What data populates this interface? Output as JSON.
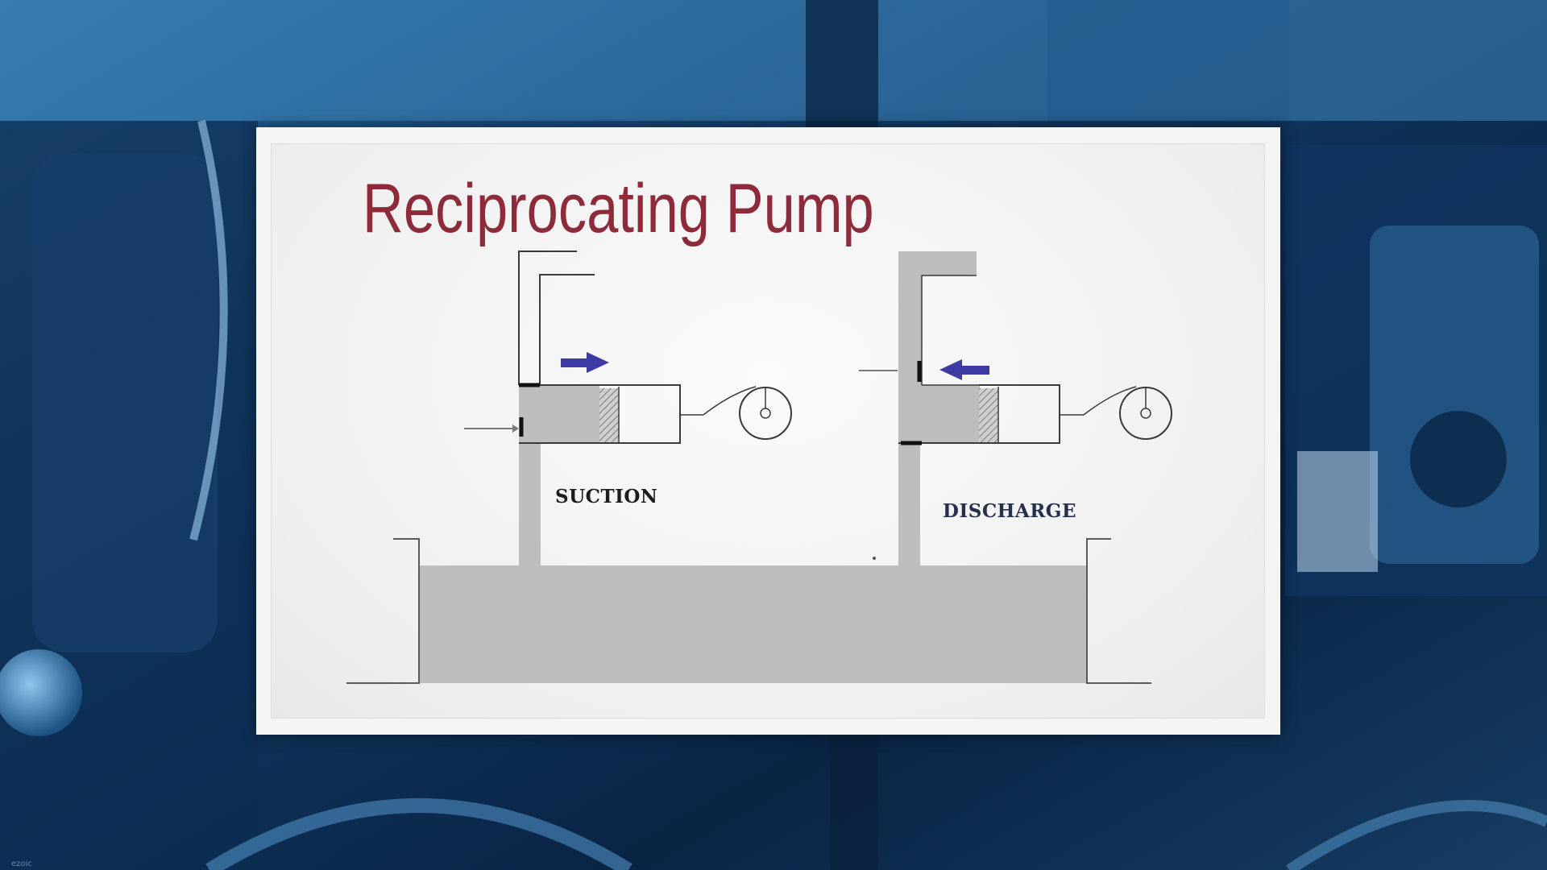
{
  "slide": {
    "title": "Reciprocating Pump",
    "suction_label": "SUCTION",
    "discharge_label": "DISCHARGE",
    "watermark": "ezoic"
  },
  "colors": {
    "title": "#8e2b3a",
    "arrow": "#3d3aa3",
    "fluid": "#bdbdbd",
    "label_suction": "#1c1c1c",
    "label_discharge": "#26304e",
    "background_tint": "#0b2a4a"
  },
  "icons": {
    "suction_stroke": "arrow-right-icon",
    "discharge_stroke": "arrow-left-icon"
  }
}
